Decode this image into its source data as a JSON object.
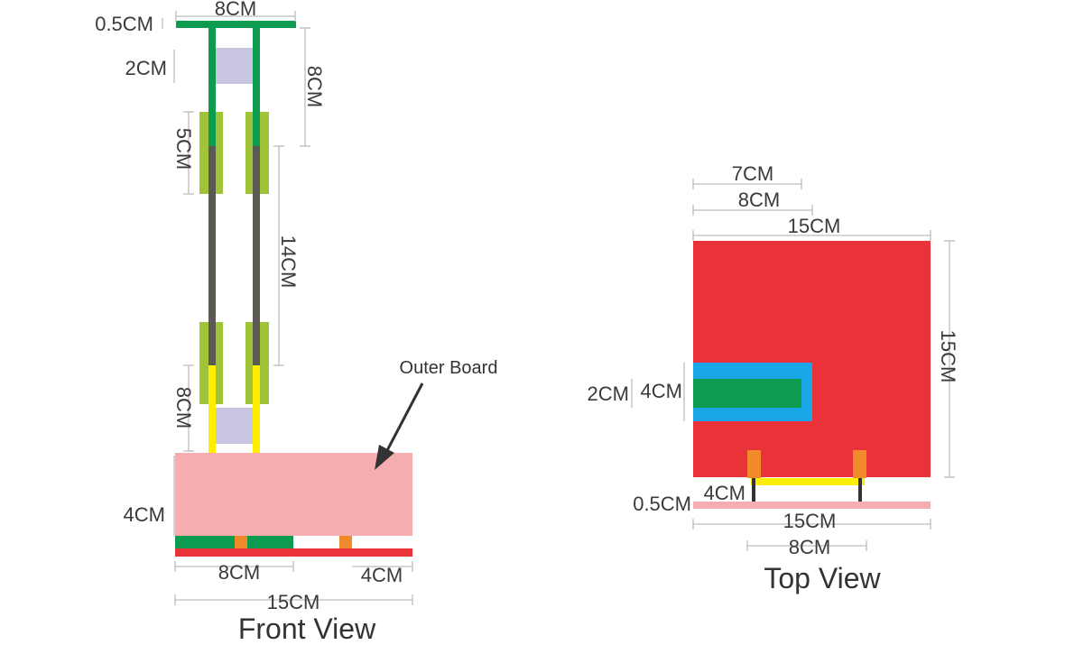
{
  "colors": {
    "green": "#0d9b4f",
    "dark_rod": "#5a5a52",
    "lime": "#9fc43a",
    "yellow": "#ffee00",
    "lavender": "#c9c6e3",
    "pink": "#f4aeb0",
    "red": "#e93339",
    "orange": "#f08a2a",
    "blue": "#1aa7e8",
    "dim_line": "#bdbdbd",
    "text": "#3a3a3a"
  },
  "front_view": {
    "title": "Front View",
    "callout": "Outer Board",
    "dims": {
      "top_bar_thickness": "0.5CM",
      "top_bar_width": "8CM",
      "upper_block": "2CM",
      "upper_rod": "8CM",
      "sleeve": "5CM",
      "middle": "14CM",
      "lower_rod": "8CM",
      "board_height": "4CM",
      "green_base_width": "8CM",
      "right_gap": "4CM",
      "total_width": "15CM"
    }
  },
  "top_view": {
    "title": "Top View",
    "dims": {
      "slot_depth_inner": "7CM",
      "slot_depth_outer": "8CM",
      "width_top": "15CM",
      "height_right": "15CM",
      "slot_inner": "2CM",
      "slot_outer": "4CM",
      "gap": "4CM",
      "thickness": "0.5CM",
      "width_bottom": "15CM",
      "leg_span": "8CM"
    }
  }
}
